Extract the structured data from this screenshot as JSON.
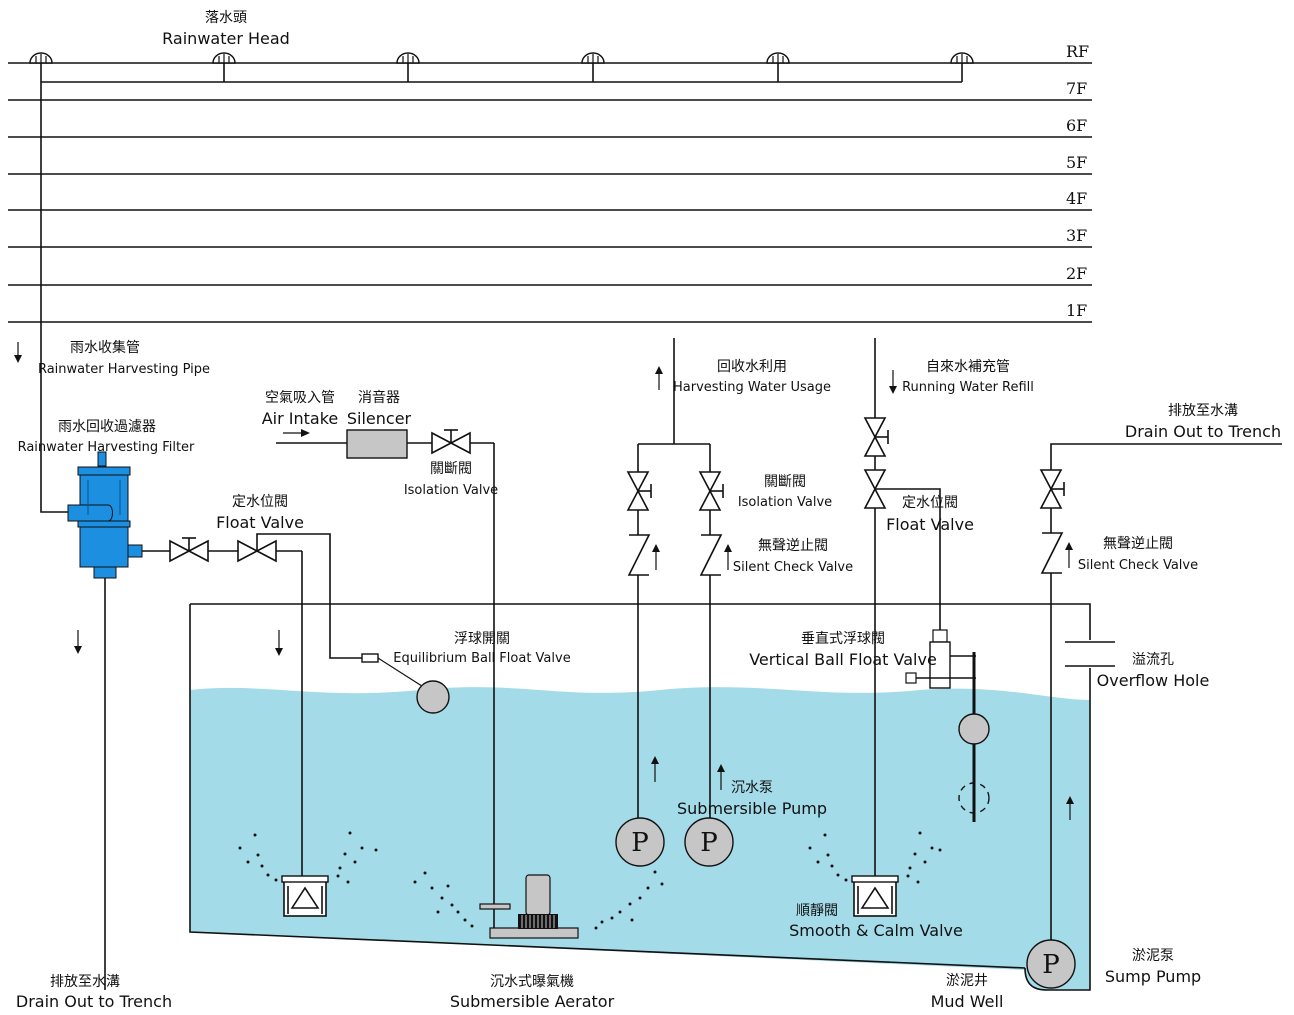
{
  "floors": [
    "RF",
    "7F",
    "6F",
    "5F",
    "4F",
    "3F",
    "2F",
    "1F"
  ],
  "labels": {
    "rainwater_head_cn": "落水頭",
    "rainwater_head_en": "Rainwater Head",
    "harvest_pipe_cn": "雨水收集管",
    "harvest_pipe_en": "Rainwater Harvesting Pipe",
    "filter_cn": "雨水回收過濾器",
    "filter_en": "Rainwater Harvesting Filter",
    "air_intake_cn": "空氣吸入管",
    "air_intake_en": "Air Intake",
    "silencer_cn": "消音器",
    "silencer_en": "Silencer",
    "isolation_valve_cn": "關斷閥",
    "isolation_valve_en": "Isolation Valve",
    "float_valve_cn": "定水位閥",
    "float_valve_en": "Float Valve",
    "ball_float_cn": "浮球開關",
    "ball_float_en": "Equilibrium Ball Float Valve",
    "harvest_usage_cn": "回收水利用",
    "harvest_usage_en": "Harvesting Water Usage",
    "isolation_valve2_cn": "關斷閥",
    "isolation_valve2_en": "Isolation Valve",
    "silent_check_cn": "無聲逆止閥",
    "silent_check_en": "Silent Check Valve",
    "running_refill_cn": "自來水補充管",
    "running_refill_en": "Running Water Refill",
    "float_valve2_cn": "定水位閥",
    "float_valve2_en": "Float Valve",
    "drain_trench_right_cn": "排放至水溝",
    "drain_trench_right_en": "Drain Out to Trench",
    "silent_check2_cn": "無聲逆止閥",
    "silent_check2_en": "Silent Check Valve",
    "vertical_float_cn": "垂直式浮球閥",
    "vertical_float_en": "Vertical Ball Float Valve",
    "overflow_cn": "溢流孔",
    "overflow_en": "Overflow Hole",
    "sub_pump_cn": "沉水泵",
    "sub_pump_en": "Submersible Pump",
    "smooth_valve_cn": "順靜閥",
    "smooth_valve_en": "Smooth & Calm Valve",
    "sump_pump_cn": "淤泥泵",
    "sump_pump_en": "Sump Pump",
    "mud_well_cn": "淤泥井",
    "mud_well_en": "Mud Well",
    "aerator_cn": "沉水式曝氣機",
    "aerator_en": "Submersible Aerator",
    "drain_trench_left_cn": "排放至水溝",
    "drain_trench_left_en": "Drain Out to Trench",
    "pump_letter": "P"
  },
  "colors": {
    "water": "#a4dbe9",
    "filter": "#1c8fe0",
    "pump": "#c6c6c6",
    "line": "#111111"
  }
}
